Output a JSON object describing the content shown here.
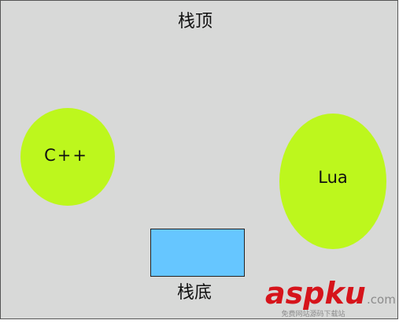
{
  "diagram": {
    "stack_top_label": "栈顶",
    "stack_bottom_label": "栈底",
    "cpp_label": "C++",
    "lua_label": "Lua",
    "watermark": {
      "brand": "aspku",
      "domain": ".com",
      "tagline": "免费网站源码下载站"
    }
  },
  "colors": {
    "background": "#d8d9d8",
    "ellipse_fill": "#bdf71d",
    "box_fill": "#66c6ff",
    "text": "#111111",
    "watermark_red": "#d6141b",
    "watermark_gray": "#8c8c8c"
  }
}
